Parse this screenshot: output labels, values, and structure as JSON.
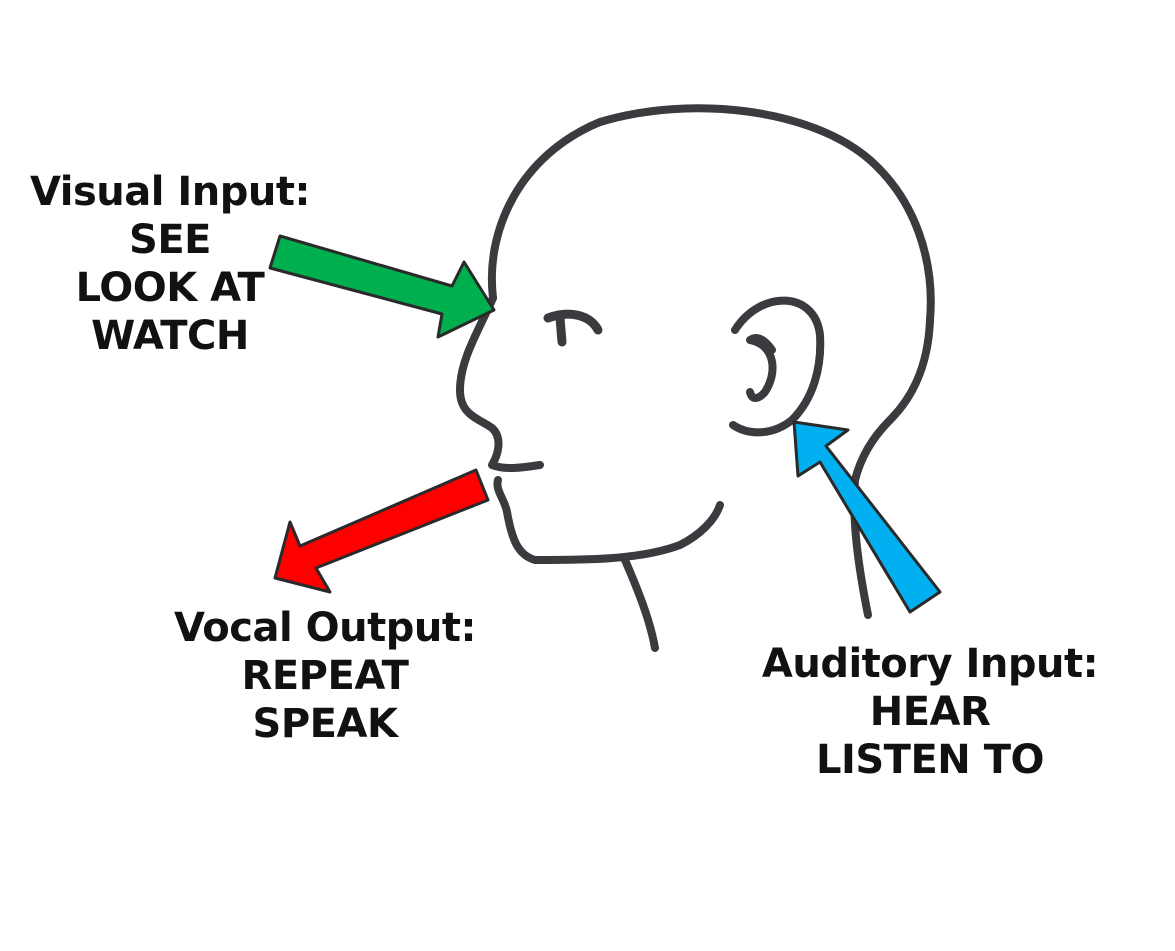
{
  "visual": {
    "heading": "Visual Input:",
    "words": [
      "SEE",
      "LOOK AT",
      "WATCH"
    ],
    "arrow_color": "#00b04f"
  },
  "vocal": {
    "heading": "Vocal Output:",
    "words": [
      "REPEAT",
      "SPEAK"
    ],
    "arrow_color": "#ff0000"
  },
  "auditory": {
    "heading": "Auditory Input:",
    "words": [
      "HEAR",
      "LISTEN TO"
    ],
    "arrow_color": "#00b0f0"
  },
  "colors": {
    "outline": "#3a3a3f",
    "text": "#111111",
    "background": "#ffffff"
  }
}
